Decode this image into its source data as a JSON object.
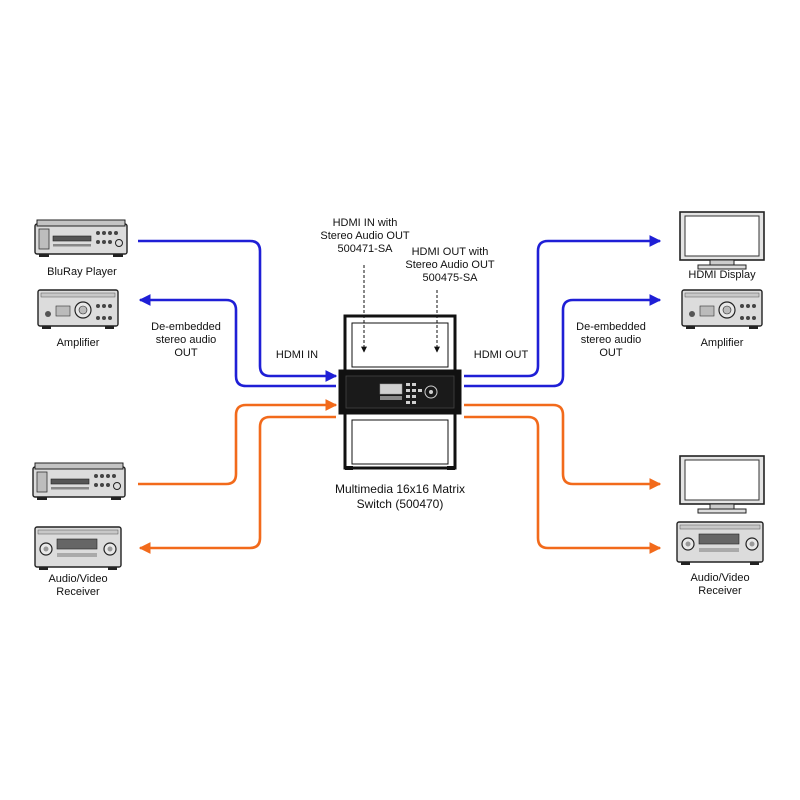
{
  "labels": {
    "bluray_player": "BluRay Player",
    "amplifier_left": "Amplifier",
    "av_receiver_left": [
      "Audio/Video",
      "Receiver"
    ],
    "hdmi_display": "HDMI Display",
    "amplifier_right": "Amplifier",
    "av_receiver_right": [
      "Audio/Video",
      "Receiver"
    ],
    "hdmi_in_card": [
      "HDMI IN with",
      "Stereo Audio OUT",
      "500471-SA"
    ],
    "hdmi_out_card": [
      "HDMI OUT with",
      "Stereo Audio OUT",
      "500475-SA"
    ],
    "deembedded_left": [
      "De-embedded",
      "stereo audio",
      "OUT"
    ],
    "deembedded_right": [
      "De-embedded",
      "stereo audio",
      "OUT"
    ],
    "hdmi_in": "HDMI IN",
    "hdmi_out": "HDMI OUT",
    "matrix_switch": [
      "Multimedia 16x16 Matrix",
      "Switch (500470)"
    ]
  },
  "colors": {
    "hdmi_path": "#1f1fd6",
    "av_path": "#f26a1b",
    "device_body": "#d9d9d9",
    "device_outline": "#222222",
    "rack": "#111111"
  },
  "icons": {
    "player": "bluray-player-icon",
    "amplifier": "amplifier-icon",
    "receiver": "av-receiver-icon",
    "display": "hdmi-display-icon",
    "switch": "matrix-switch-icon"
  }
}
